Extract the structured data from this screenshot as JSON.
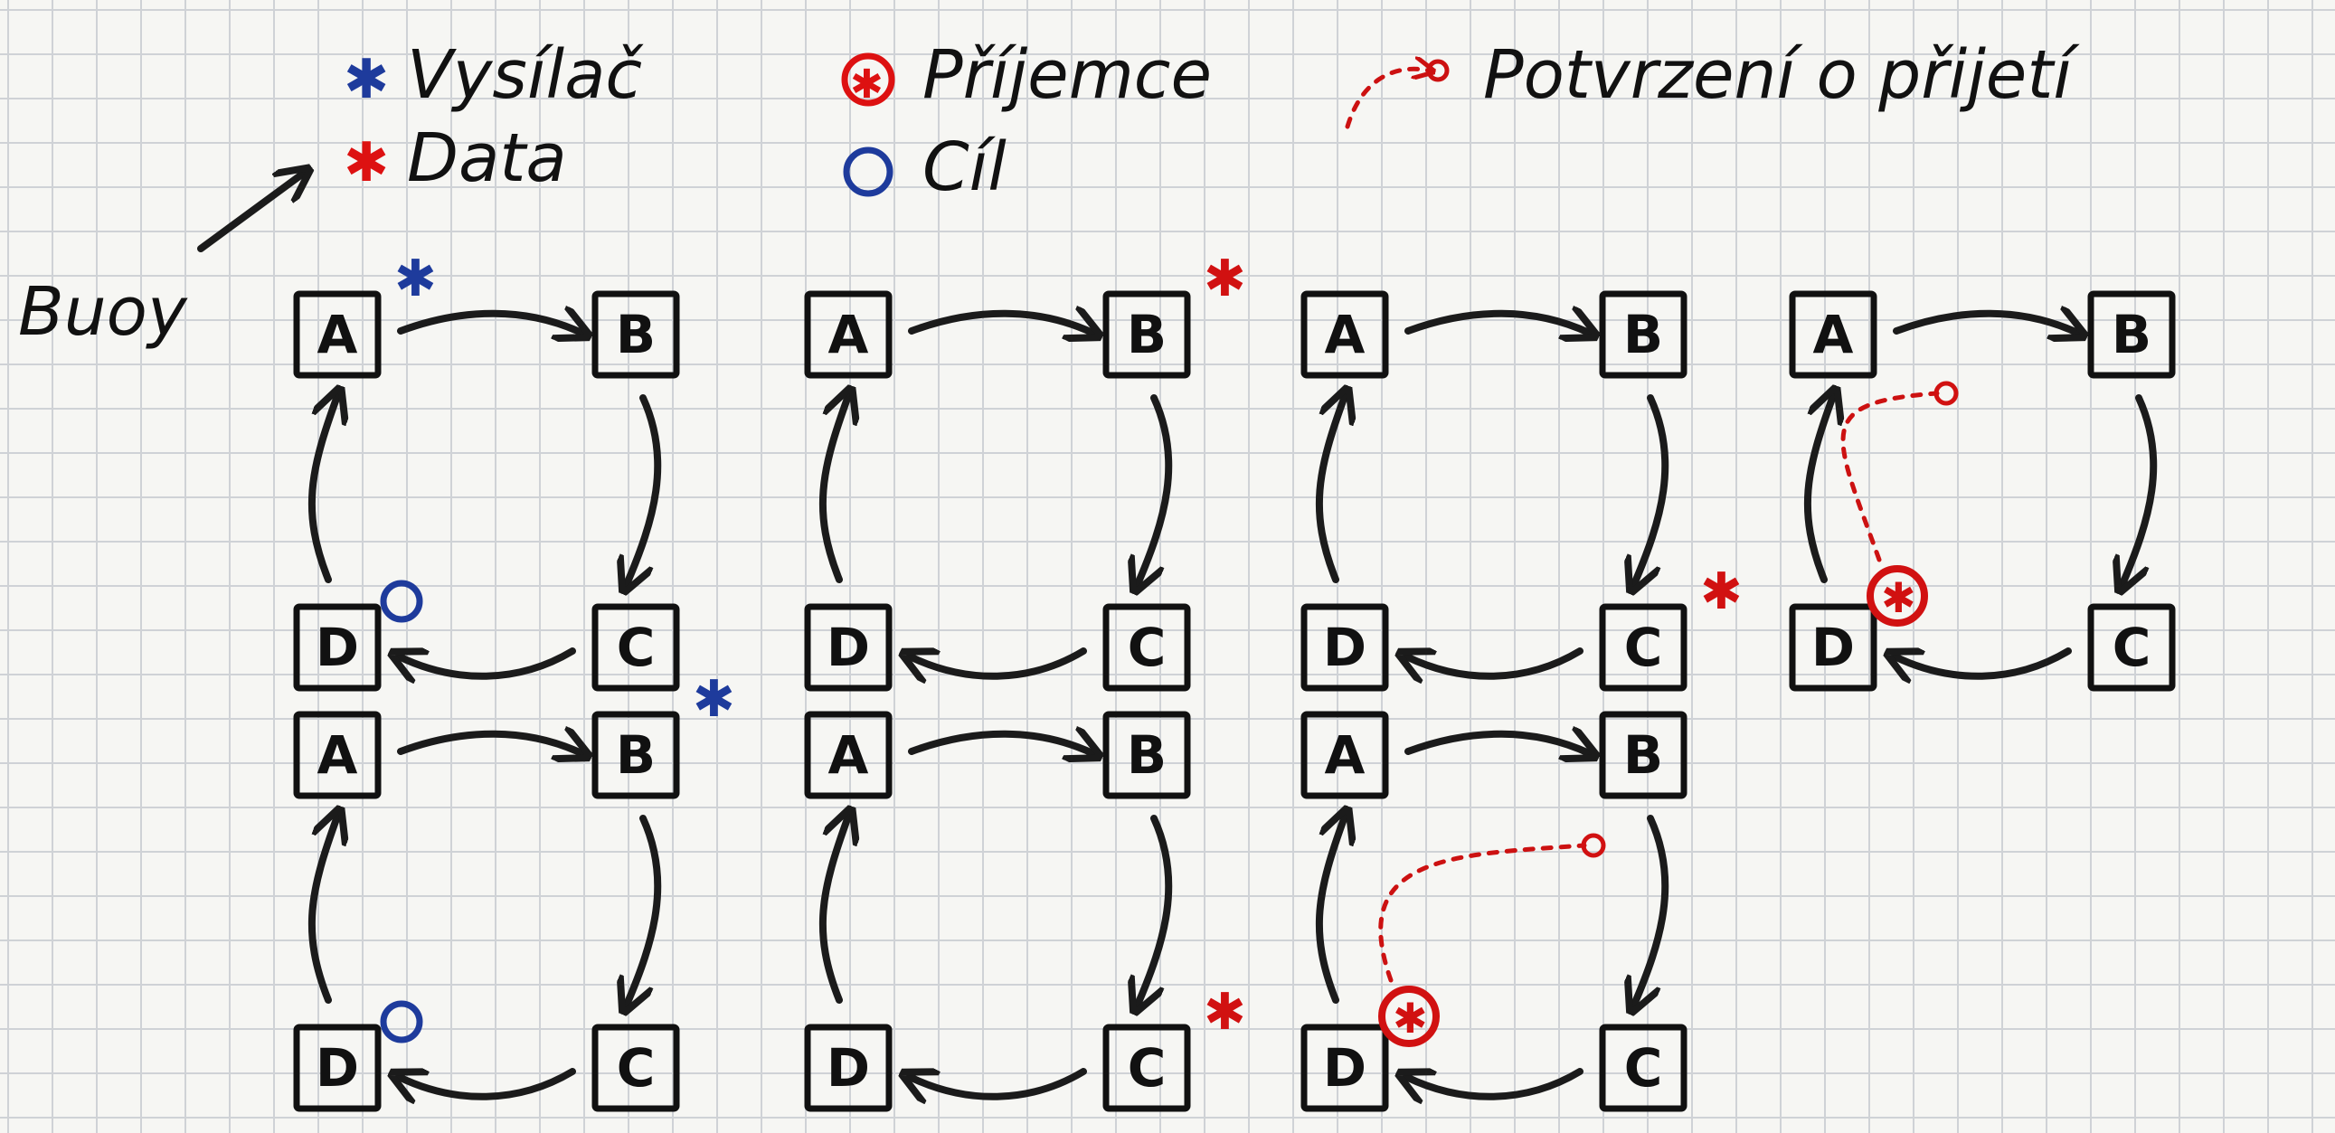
{
  "legend": {
    "transmitter": "Vysílač",
    "data": "Data",
    "receiving": "Příjemce",
    "target": "Cíl",
    "ack": "Potvrzení o přijetí"
  },
  "side_label": "Buoy",
  "node_labels": [
    "A",
    "B",
    "C",
    "D"
  ],
  "colors": {
    "ink": "#111111",
    "red": "#d11111",
    "blue": "#1e3b9c"
  },
  "panels": [
    {
      "transmitter": "A",
      "data": null,
      "receiving": null,
      "target": "D",
      "ack": null
    },
    {
      "transmitter": null,
      "data": "B",
      "receiving": null,
      "target": null,
      "ack": null
    },
    {
      "transmitter": null,
      "data": "C",
      "receiving": null,
      "target": null,
      "ack": null
    },
    {
      "transmitter": null,
      "data": null,
      "receiving": "D",
      "target": null,
      "ack": "D→A"
    },
    {
      "transmitter": "B",
      "data": null,
      "receiving": null,
      "target": "D",
      "ack": null
    },
    {
      "transmitter": null,
      "data": "C",
      "receiving": null,
      "target": null,
      "ack": null
    },
    {
      "transmitter": null,
      "data": null,
      "receiving": "D",
      "target": null,
      "ack": "D→B"
    }
  ]
}
